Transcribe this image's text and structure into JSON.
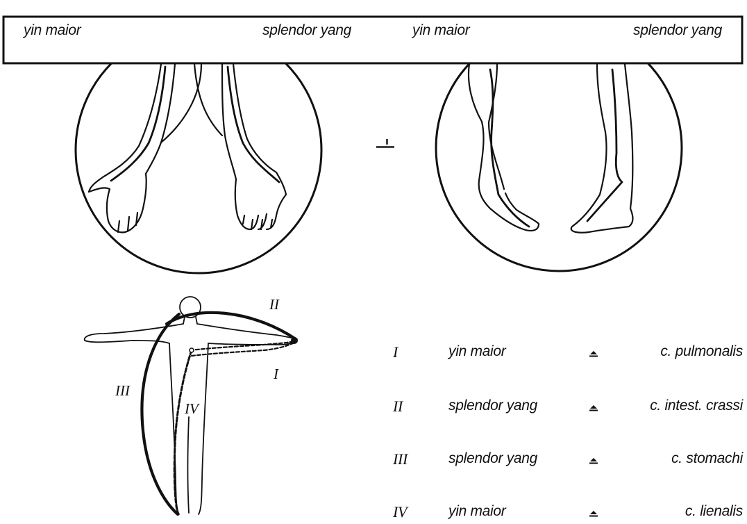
{
  "header": {
    "left_arm_yin": "yin maior",
    "left_arm_yang": "splendor yang",
    "right_leg_yin": "yin maior",
    "right_leg_yang": "splendor yang"
  },
  "figure_labels": [
    "II",
    "I",
    "III",
    "IV"
  ],
  "legend": [
    {
      "num": "I",
      "name": "yin maior",
      "channel": "c. pulmonalis"
    },
    {
      "num": "II",
      "name": "splendor yang",
      "channel": "c. intest. crassi"
    },
    {
      "num": "III",
      "name": "splendor yang",
      "channel": "c. stomachi"
    },
    {
      "num": "IV",
      "name": "yin maior",
      "channel": "c. lienalis"
    }
  ],
  "icons": {
    "legend_symbol": "small-triangle-equivalence-icon"
  },
  "colors": {
    "ink": "#111111",
    "background": "#ffffff"
  }
}
